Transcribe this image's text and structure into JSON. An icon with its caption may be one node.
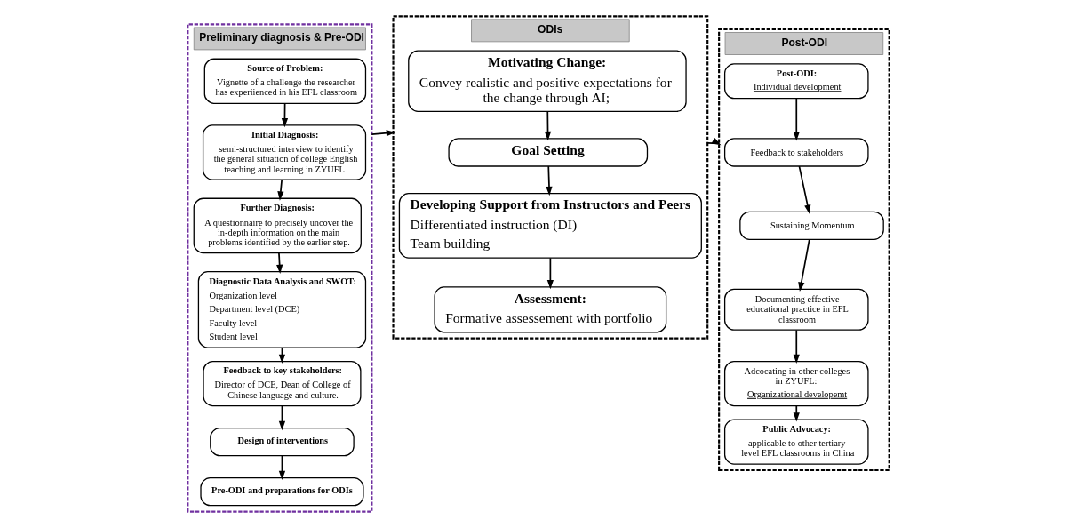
{
  "diagram": {
    "nodes": [
      {
        "text": [
          "Preliminary diagnosis & Pre-ODI"
        ]
      },
      {
        "text": [
          "Source of Problem:",
          "Vignette of a challenge the researcher has experiienced in his EFL classroom"
        ],
        "in": 0
      },
      {
        "text": [
          "Initial Diagnosis:",
          "semi-structured interview to identify the general situation of college English teaching and learning in ZYUFL"
        ],
        "in": 0
      },
      {
        "text": [
          "Further Diagnosis:",
          "A questionnaire to precisely uncover the in-depth information on the main problems identified by the earlier step."
        ],
        "in": 0
      },
      {
        "text": [
          "Diagnostic Data Analysis and SWOT:",
          "Organization level",
          "Department level (DCE)",
          "Faculty level",
          "Student level"
        ],
        "in": 0
      },
      {
        "text": [
          "Feedback to key stakeholders:",
          "Director of DCE, Dean of College of Chinese language and culture."
        ],
        "in": 0
      },
      {
        "text": [
          "Design of interventions"
        ],
        "in": 0
      },
      {
        "text": [
          "Pre-ODI and preparations for ODIs"
        ],
        "in": 0
      },
      {
        "text": [
          "ODIs"
        ]
      },
      {
        "text": [
          "Motivating Change:",
          "Convey realistic and positive expectations for the change through AI;"
        ],
        "in": 8
      },
      {
        "text": [
          "Goal Setting"
        ],
        "in": 8
      },
      {
        "text": [
          "Developing Support from Instructors and Peers",
          "Differentiated instruction (DI)",
          "Team building"
        ],
        "in": 8
      },
      {
        "text": [
          "Assessment:",
          "Formative assessement with portfolio"
        ],
        "in": 8
      },
      {
        "text": [
          "Post-ODI"
        ]
      },
      {
        "text": [
          "Post-ODI:",
          "Individual development"
        ],
        "in": 13
      },
      {
        "text": [
          "Feedback to stakeholders"
        ],
        "in": 13
      },
      {
        "text": [
          "Sustaining Momentum"
        ],
        "in": 13
      },
      {
        "text": [
          "Documenting effective educational practice in EFL classroom"
        ],
        "in": 13
      },
      {
        "text": [
          "Adcocating in other colleges in ZYUFL:",
          "Organizational developemt"
        ],
        "in": 13
      },
      {
        "text": [
          "Public Advocacy:",
          "applicable to other tertiary-level EFL classrooms in China"
        ],
        "in": 13
      }
    ],
    "edges": [
      {
        "from": 1,
        "to": 2,
        "arrow": "to"
      },
      {
        "from": 2,
        "to": 3,
        "arrow": "to"
      },
      {
        "from": 3,
        "to": 4,
        "arrow": "to"
      },
      {
        "from": 4,
        "to": 5,
        "arrow": "to"
      },
      {
        "from": 5,
        "to": 6,
        "arrow": "to"
      },
      {
        "from": 6,
        "to": 7,
        "arrow": "to"
      },
      {
        "from": 0,
        "to": 8,
        "arrow": "to"
      },
      {
        "from": 9,
        "to": 10,
        "arrow": "to"
      },
      {
        "from": 10,
        "to": 11,
        "arrow": "to"
      },
      {
        "from": 11,
        "to": 12,
        "arrow": "to"
      },
      {
        "from": 8,
        "to": 13,
        "arrow": "to"
      },
      {
        "from": 14,
        "to": 15,
        "arrow": "to"
      },
      {
        "from": 15,
        "to": 16,
        "arrow": "to"
      },
      {
        "from": 16,
        "to": 17,
        "arrow": "to"
      },
      {
        "from": 17,
        "to": 18,
        "arrow": "to"
      },
      {
        "from": 18,
        "to": 19,
        "arrow": "to"
      }
    ]
  }
}
